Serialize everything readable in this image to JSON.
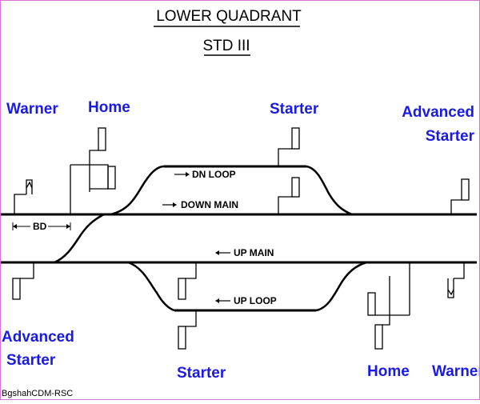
{
  "title": "LOWER QUADRANT",
  "subtitle": "STD III",
  "labels": {
    "warner_left": "Warner",
    "home_left": "Home",
    "starter_top": "Starter",
    "advanced_starter_right_1": "Advanced",
    "advanced_starter_right_2": "Starter",
    "advanced_starter_left_1": "Advanced",
    "advanced_starter_left_2": "Starter",
    "starter_bottom": "Starter",
    "home_right": "Home",
    "warner_right": "Warner"
  },
  "tracks": {
    "dn_loop": "DN LOOP",
    "down_main": "DOWN MAIN",
    "up_main": "UP MAIN",
    "up_loop": "UP LOOP",
    "bd": "BD"
  },
  "credit": "BgshahCDM-RSC",
  "colors": {
    "label": "#1a1ae6",
    "line": "#000000",
    "frame": "#d873d8"
  }
}
